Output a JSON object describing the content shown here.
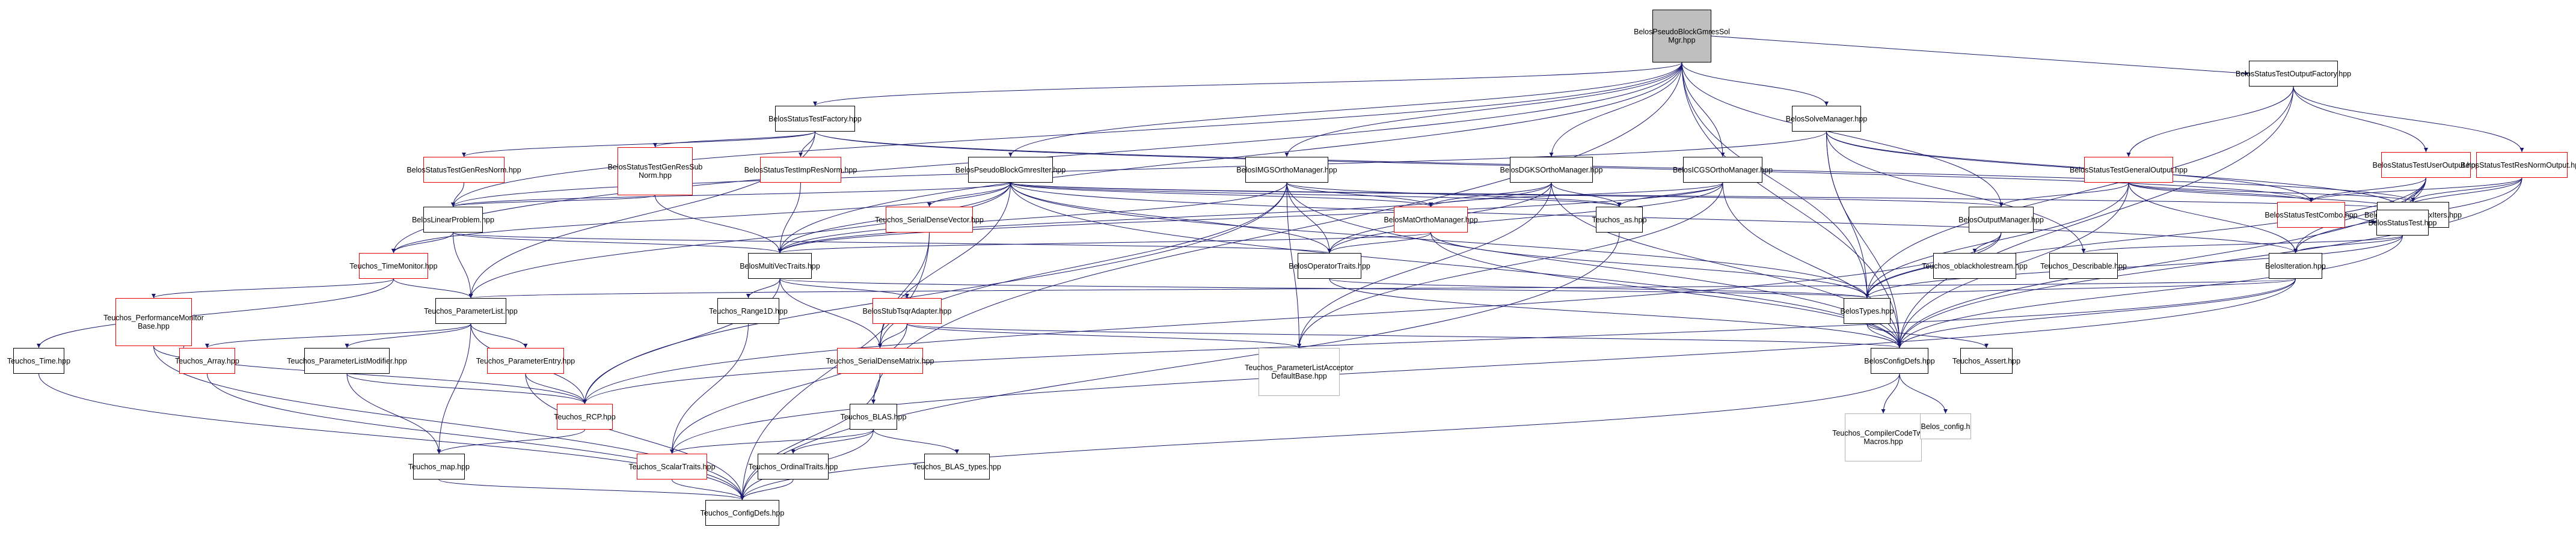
{
  "graph": {
    "root": "BelosPseudoBlockGmresSolMgr.hpp",
    "node_kinds": {
      "root": "current file (grey fill)",
      "black": "documented header",
      "red": "header with truncated include graph",
      "grey": "undocumented header"
    },
    "colors": {
      "edge": "#191970",
      "black_border": "#000000",
      "red_border": "#e60000",
      "grey_border": "#b3b3b3",
      "root_fill": "#bfbfbf"
    },
    "nodes": {
      "root": "BelosPseudoBlockGmresSol\nMgr.hpp",
      "status_output_factory": "BelosStatusTestOutputFactory.hpp",
      "status_factory": "BelosStatusTestFactory.hpp",
      "solve_manager": "BelosSolveManager.hpp",
      "user_output": "BelosStatusTestUserOutput.hpp",
      "resnorm_output": "BelosStatusTestResNormOutput.hpp",
      "gen_resnorm": "BelosStatusTestGenResNorm.hpp",
      "gen_res_sub_norm": "BelosStatusTestGenResSub\nNorm.hpp",
      "imp_resnorm": "BelosStatusTestImpResNorm.hpp",
      "pseudo_block_gmres_iter": "BelosPseudoBlockGmresIter.hpp",
      "imgs_ortho": "BelosIMGSOrthoManager.hpp",
      "dgks_ortho": "BelosDGKSOrthoManager.hpp",
      "icgs_ortho": "BelosICGSOrthoManager.hpp",
      "general_output": "BelosStatusTestGeneralOutput.hpp",
      "combo": "BelosStatusTestCombo.hpp",
      "maxiters": "BelosStatusTestMaxIters.hpp",
      "linear_problem": "BelosLinearProblem.hpp",
      "serial_dense_vector": "Teuchos_SerialDenseVector.hpp",
      "matortho": "BelosMatOrthoManager.hpp",
      "teuchos_as": "Teuchos_as.hpp",
      "output_manager": "BelosOutputManager.hpp",
      "status_test": "BelosStatusTest.hpp",
      "time_monitor": "Teuchos_TimeMonitor.hpp",
      "multivec_traits": "BelosMultiVecTraits.hpp",
      "operator_traits": "BelosOperatorTraits.hpp",
      "oblackholestream": "Teuchos_oblackholestream.hpp",
      "describable": "Teuchos_Describable.hpp",
      "iteration": "BelosIteration.hpp",
      "perf_monitor": "Teuchos_PerformanceMonitor\nBase.hpp",
      "parameter_list": "Teuchos_ParameterList.hpp",
      "range1d": "Teuchos_Range1D.hpp",
      "subtag_adapter": "BelosStubTsqrAdapter.hpp",
      "belos_types": "BelosTypes.hpp",
      "teuchos_time": "Teuchos_Time.hpp",
      "teuchos_array": "Teuchos_Array.hpp",
      "plist_modifier": "Teuchos_ParameterListModifier.hpp",
      "parameter_entry": "Teuchos_ParameterEntry.hpp",
      "plist_acceptor": "Teuchos_ParameterListAcceptor\nDefaultBase.hpp",
      "serial_dense_matrix": "Teuchos_SerialDenseMatrix.hpp",
      "config_defs": "BelosConfigDefs.hpp",
      "teuchos_assert": "Teuchos_Assert.hpp",
      "rcp": "Teuchos_RCP.hpp",
      "blas": "Teuchos_BLAS.hpp",
      "compiler_tweak": "Teuchos_CompilerCodeTweak\nMacros.hpp",
      "belos_config": "Belos_config.h",
      "teuchos_map": "Teuchos_map.hpp",
      "scalar_traits": "Teuchos_ScalarTraits.hpp",
      "ordinal_traits": "Teuchos_OrdinalTraits.hpp",
      "blas_types": "Teuchos_BLAS_types.hpp",
      "teuchos_config_defs": "Teuchos_ConfigDefs.hpp"
    }
  }
}
